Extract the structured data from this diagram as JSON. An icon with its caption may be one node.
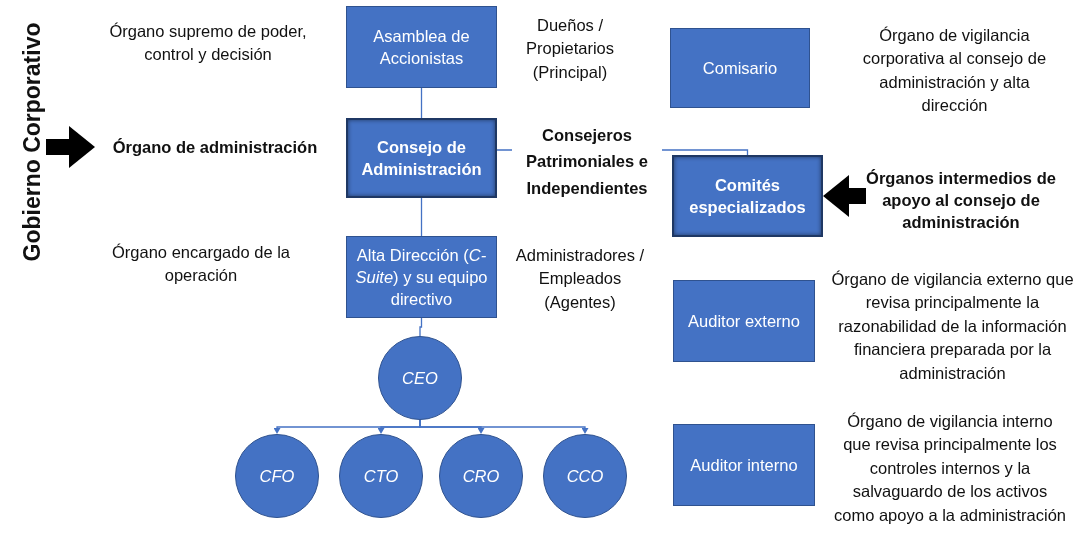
{
  "diagram": {
    "title": "Gobierno Corporativo",
    "nodes": [
      {
        "text": [
          "Asamblea de Accionistas"
        ],
        "beside": [
          "Órgano supremo de poder, control y decisión",
          "Dueños / Propietarios (Principal)"
        ]
      },
      {
        "text": [
          "Órgano de administración"
        ]
      },
      {
        "text": [
          "Consejo de Administración"
        ]
      },
      {
        "text": [
          "Alta Dirección (*C-Suite*)  y su equipo directivo"
        ],
        "beside": [
          "Órgano encargado de la operación",
          "Administradores / Empleados (Agentes)"
        ]
      },
      {
        "text": [
          "CEO"
        ]
      },
      {
        "text": [
          "CFO"
        ]
      },
      {
        "text": [
          "CTO"
        ]
      },
      {
        "text": [
          "CRO"
        ]
      },
      {
        "text": [
          "CCO"
        ]
      },
      {
        "text": [
          "Comisario"
        ],
        "beside": [
          "Órgano de vigilancia corporativa al consejo de administración y alta dirección"
        ]
      },
      {
        "text": [
          "Comités especializados"
        ]
      },
      {
        "text": [
          "Órganos intermedios de apoyo al consejo de administración"
        ]
      },
      {
        "text": [
          "Auditor externo"
        ],
        "beside": [
          "Órgano de vigilancia externo que revisa principalmente la razonabilidad de la información financiera preparada por la administración"
        ]
      },
      {
        "text": [
          "Auditor interno"
        ],
        "beside": [
          "Órgano de vigilancia interno que revisa principalmente los controles internos y la salvaguardo de los activos como apoyo a la administración"
        ]
      }
    ],
    "edges": [
      {
        "from": 0,
        "to": 2,
        "arrow": "none"
      },
      {
        "from": 2,
        "to": 3,
        "arrow": "none"
      },
      {
        "from": 3,
        "to": 4,
        "arrow": "none"
      },
      {
        "from": 4,
        "to": 5,
        "arrow": "to"
      },
      {
        "from": 4,
        "to": 6,
        "arrow": "to"
      },
      {
        "from": 4,
        "to": 7,
        "arrow": "to"
      },
      {
        "from": 4,
        "to": 8,
        "arrow": "to"
      },
      {
        "from": 2,
        "to": 10,
        "arrow": "none",
        "label": "Consejeros Patrimoniales e Independientes"
      },
      {
        "from": null,
        "to": 1,
        "arrow": "to",
        "style": "thick",
        "color": "#000000"
      },
      {
        "from": 11,
        "to": 10,
        "arrow": "to",
        "style": "thick",
        "color": "#000000"
      }
    ]
  }
}
